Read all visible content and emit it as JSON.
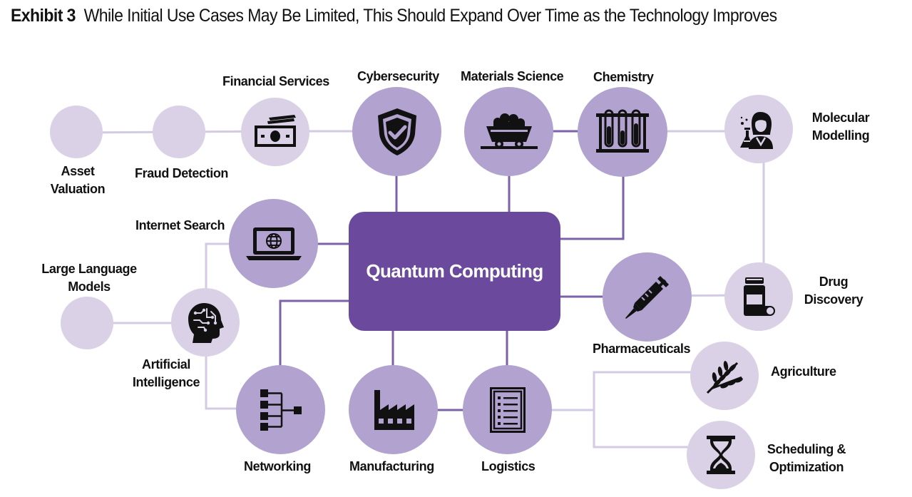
{
  "header": {
    "exhibit": "Exhibit 3",
    "title": "While Initial Use Cases May Be Limited, This Should Expand Over Time as the Technology Improves"
  },
  "center": {
    "label": "Quantum Computing"
  },
  "nodes": {
    "financial_services": {
      "label": "Financial Services",
      "icon": "money-icon"
    },
    "cybersecurity": {
      "label": "Cybersecurity",
      "icon": "shield-check-icon"
    },
    "materials_science": {
      "label": "Materials Science",
      "icon": "mine-cart-icon"
    },
    "chemistry": {
      "label": "Chemistry",
      "icon": "test-tubes-icon"
    },
    "molecular_modelling": {
      "label_line1": "Molecular",
      "label_line2": "Modelling",
      "icon": "scientist-icon"
    },
    "asset_valuation": {
      "label_line1": "Asset",
      "label_line2": "Valuation"
    },
    "fraud_detection": {
      "label": "Fraud Detection"
    },
    "internet_search": {
      "label": "Internet Search",
      "icon": "laptop-globe-icon"
    },
    "large_language_models": {
      "label_line1": "Large Language",
      "label_line2": "Models"
    },
    "artificial_intelligence": {
      "label_line1": "Artificial",
      "label_line2": "Intelligence",
      "icon": "brain-head-icon"
    },
    "pharmaceuticals": {
      "label": "Pharmaceuticals",
      "icon": "syringe-icon"
    },
    "drug_discovery": {
      "label_line1": "Drug",
      "label_line2": "Discovery",
      "icon": "pill-bottle-icon"
    },
    "networking": {
      "label": "Networking",
      "icon": "network-icon"
    },
    "manufacturing": {
      "label": "Manufacturing",
      "icon": "factory-icon"
    },
    "logistics": {
      "label": "Logistics",
      "icon": "checklist-icon"
    },
    "agriculture": {
      "label": "Agriculture",
      "icon": "wheat-icon"
    },
    "scheduling": {
      "label_line1": "Scheduling &",
      "label_line2": "Optimization",
      "icon": "hourglass-icon"
    }
  },
  "colors": {
    "center_fill": "#6b4a9e",
    "primary_node": "#b2a2cf",
    "secondary_node": "#dad1e7",
    "center_link": "#7c62a8",
    "secondary_link": "#d3cae3"
  }
}
